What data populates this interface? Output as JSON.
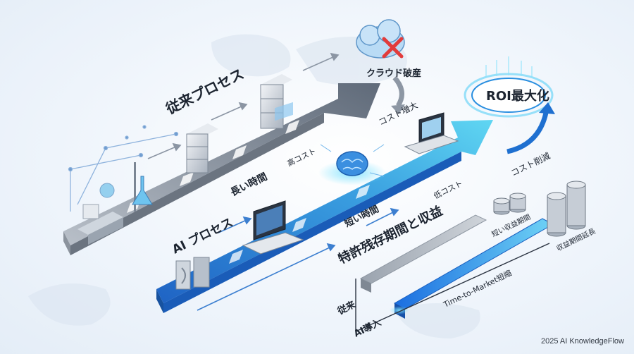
{
  "labels": {
    "traditional_process": "従来プロセス",
    "ai_process": "AI プロセス",
    "cloud_failure": "クラウド破産",
    "cost_increase": "コスト増大",
    "roi_max": "ROI最大化",
    "cost_reduction": "コスト削減",
    "long_time": "長い時間",
    "high_cost": "高コスト",
    "short_time": "短い時間",
    "low_cost": "低コスト",
    "patent_title": "特許残存期間と収益",
    "short_revenue": "短い収益期間",
    "revenue_extension": "収益期間延長",
    "time_to_market": "Time-to-Market短縮",
    "traditional": "従来",
    "ai_adoption": "AI導入"
  },
  "credit": "2025 AI KnowledgeFlow",
  "colors": {
    "accent_blue": "#2f7fd9",
    "cyan": "#3ec3ea",
    "gray_arrow": "#7d8796",
    "dark_text": "#1c2430"
  },
  "icons": [
    "lab-flask-icon",
    "server-icon",
    "cloud-icon",
    "error-x-icon",
    "laptop-icon",
    "brain-icon",
    "coin-stack-icon",
    "data-stack-icon"
  ]
}
